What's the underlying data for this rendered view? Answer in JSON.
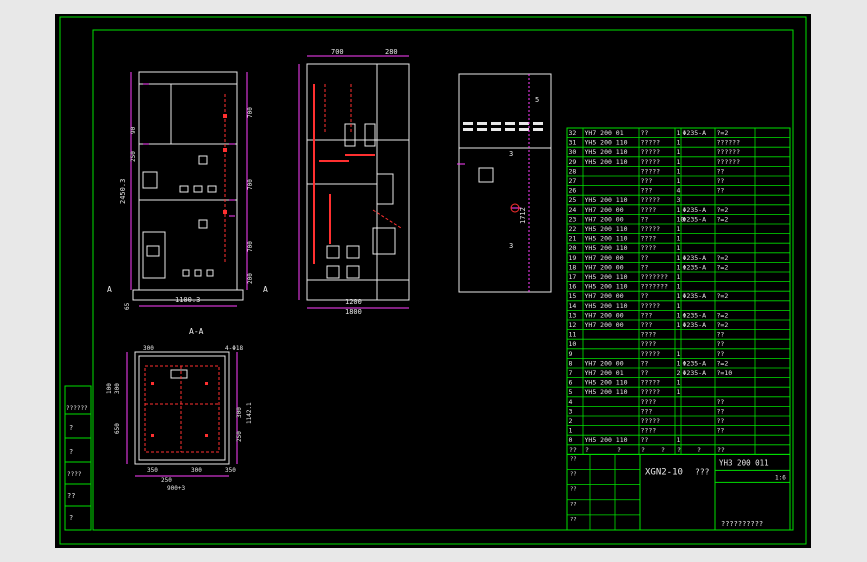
{
  "colors": {
    "background": "#000000",
    "frame": "#00e000",
    "outline": "#e8e8e8",
    "busbar": "#ff3030",
    "dimension": "#ff40ff"
  },
  "front_view": {
    "dimensions": [
      "2450.3",
      "1100.3",
      "700",
      "700",
      "700",
      "200",
      "90",
      "250",
      "65"
    ],
    "markers": [
      "A",
      "A"
    ]
  },
  "side_view": {
    "dimensions": [
      "700",
      "280",
      "1200",
      "1800"
    ]
  },
  "rear_view": {
    "dimensions": [
      "5",
      "3",
      "3",
      "1712"
    ]
  },
  "plan_view": {
    "title": "A-A",
    "dimensions": [
      "300",
      "4-Φ18",
      "100",
      "300",
      "650",
      "300",
      "250",
      "350",
      "300",
      "250",
      "350",
      "900+3",
      "1142.1"
    ]
  },
  "parts_table": {
    "rows": [
      [
        "32",
        "YH7  200  01",
        "??",
        "1",
        "Φ235-A",
        "?=2"
      ],
      [
        "31",
        "YH5  200  110",
        "?????",
        "1",
        "",
        "??????"
      ],
      [
        "30",
        "YH5  200  110",
        "?????",
        "1",
        "",
        "??????"
      ],
      [
        "29",
        "YH5  200  110",
        "?????",
        "1",
        "",
        "??????"
      ],
      [
        "28",
        "",
        "?????",
        "1",
        "",
        "??"
      ],
      [
        "27",
        "",
        "???",
        "1",
        "",
        "??"
      ],
      [
        "26",
        "",
        "???",
        "4",
        "",
        "??"
      ],
      [
        "25",
        "YH5  200  110",
        "?????",
        "3",
        "",
        ""
      ],
      [
        "24",
        "YH7  200  00",
        "????",
        "1",
        "Φ235-A",
        "?=2"
      ],
      [
        "23",
        "YH7  200  00",
        "??",
        "10",
        "Φ235-A",
        "?=2"
      ],
      [
        "22",
        "YH5  200  110",
        "?????",
        "1",
        "",
        ""
      ],
      [
        "21",
        "YH5  200  110",
        "????",
        "1",
        "",
        ""
      ],
      [
        "20",
        "YH5  200  110",
        "????",
        "1",
        "",
        ""
      ],
      [
        "19",
        "YH7  200  00",
        "??",
        "1",
        "Φ235-A",
        "?=2"
      ],
      [
        "18",
        "YH7  200  00",
        "??",
        "1",
        "Φ235-A",
        "?=2"
      ],
      [
        "17",
        "YH5  200  110",
        "???????",
        "1",
        "",
        ""
      ],
      [
        "16",
        "YH5  200  110",
        "???????",
        "1",
        "",
        ""
      ],
      [
        "15",
        "YH7  200  00",
        "??",
        "1",
        "Φ235-A",
        "?=2"
      ],
      [
        "14",
        "YH5  200  110",
        "?????",
        "1",
        "",
        ""
      ],
      [
        "13",
        "YH7  200  00",
        "???",
        "1",
        "Φ235-A",
        "?=2"
      ],
      [
        "12",
        "YH7  200  00",
        "???",
        "1",
        "Φ235-A",
        "?=2"
      ],
      [
        "11",
        "",
        "????",
        "",
        "",
        "??"
      ],
      [
        "10",
        "",
        "????",
        "",
        "",
        "??"
      ],
      [
        "9",
        "",
        "?????",
        "1",
        "",
        "??"
      ],
      [
        "8",
        "YH7  200  00",
        "??",
        "1",
        "Φ235-A",
        "?=2"
      ],
      [
        "7",
        "YH7  200  01",
        "??",
        "2",
        "Φ235-A",
        "?=10"
      ],
      [
        "6",
        "YH5  200  110",
        "?????",
        "1",
        "",
        ""
      ],
      [
        "5",
        "YH5  200  110",
        "?????",
        "1",
        "",
        ""
      ],
      [
        "4",
        "",
        "????",
        "",
        "",
        "??"
      ],
      [
        "3",
        "",
        "???",
        "",
        "",
        "??"
      ],
      [
        "2",
        "",
        "?????",
        "",
        "",
        "??"
      ],
      [
        "1",
        "",
        "????",
        "",
        "",
        "??"
      ],
      [
        "0",
        "YH5  200  110",
        "??",
        "1",
        "",
        ""
      ]
    ],
    "header": [
      "??",
      "?",
      "?",
      "?",
      "?",
      "?",
      "?",
      "??"
    ]
  },
  "title_block": {
    "drawing_no": "YH3   200   011",
    "model": "XGN2-10",
    "name": "???",
    "company": "??????????",
    "scale": "1:6",
    "sign_labels": [
      "??",
      "??",
      "??",
      "??",
      "??"
    ]
  },
  "left_strip": {
    "labels": [
      "??????",
      "?",
      "?",
      "????",
      "??",
      "?"
    ]
  }
}
